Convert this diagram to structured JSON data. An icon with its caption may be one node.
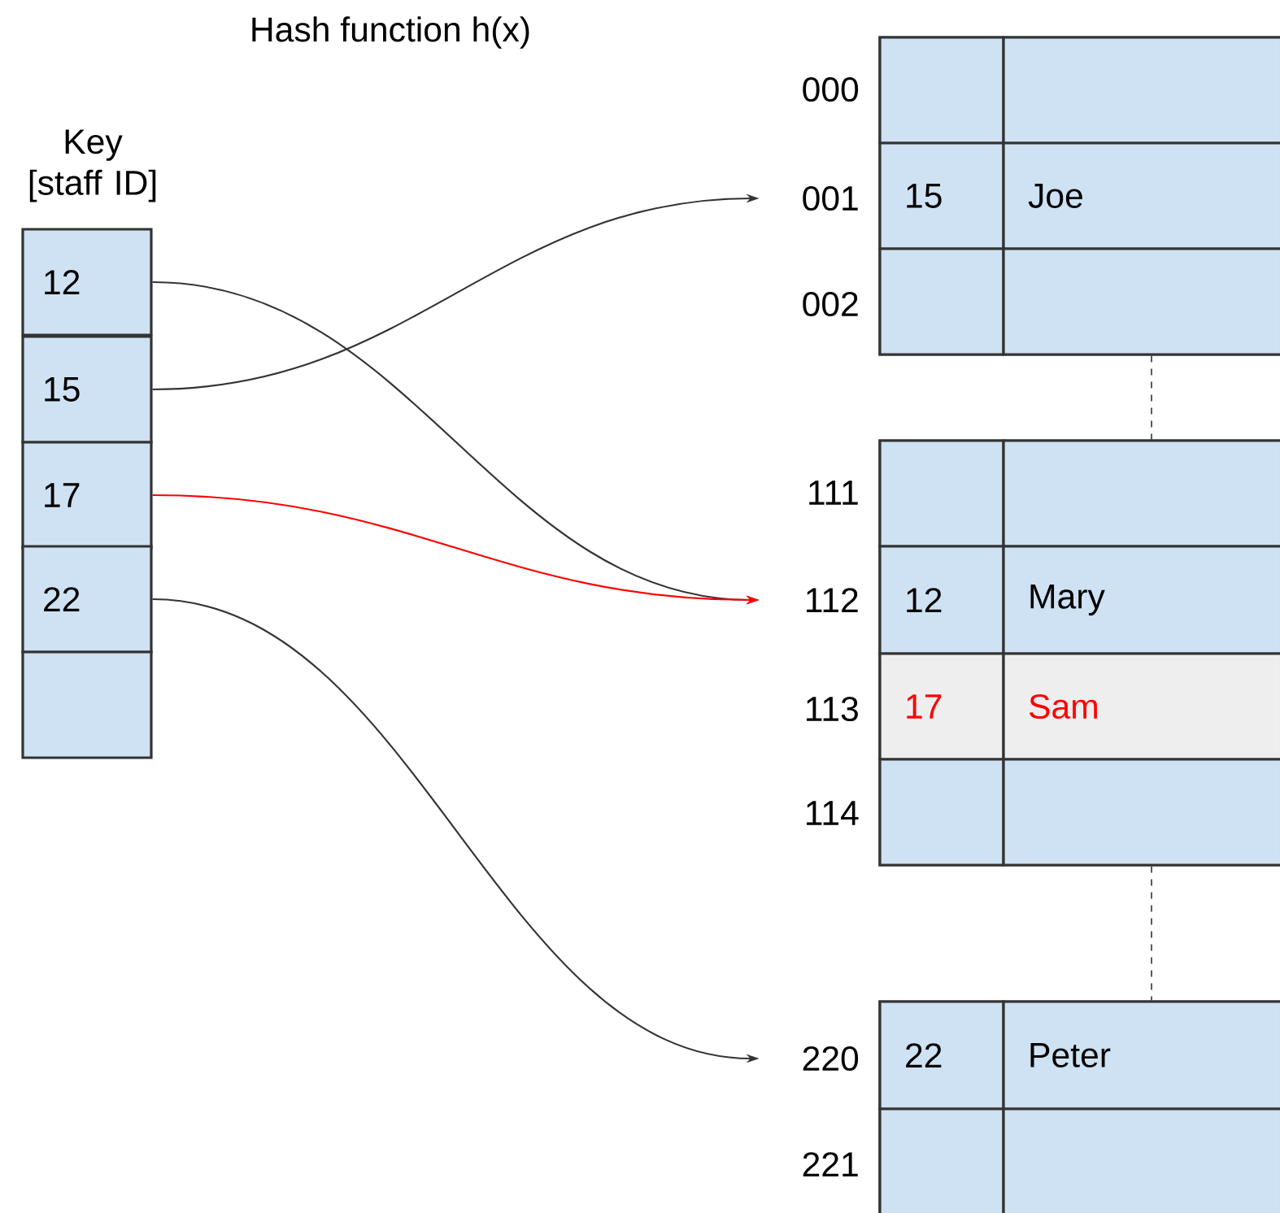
{
  "diagram": {
    "title": "Hash function h(x)",
    "nodes": [
      {
        "text": [
          "12"
        ]
      },
      {
        "text": [
          "15"
        ]
      },
      {
        "text": [
          "17"
        ]
      },
      {
        "text": [
          "22"
        ]
      },
      {
        "text": [],
        "shape": "box"
      },
      {
        "text": [
          "000"
        ]
      },
      {
        "text": [
          "001"
        ]
      },
      {
        "text": [
          "002"
        ]
      },
      {
        "text": [
          "111"
        ]
      },
      {
        "text": [
          "112"
        ]
      },
      {
        "text": [
          "113"
        ]
      },
      {
        "text": [
          "114"
        ]
      },
      {
        "text": [
          "220"
        ]
      },
      {
        "text": [
          "221"
        ]
      },
      {
        "text": [],
        "shape": "box"
      },
      {
        "text": [],
        "shape": "box"
      },
      {
        "text": [],
        "shape": "box"
      }
    ],
    "edges": [
      {
        "from": 0,
        "to": 9,
        "arrow": "to"
      },
      {
        "from": 1,
        "to": 6,
        "arrow": "to"
      },
      {
        "from": 2,
        "to": 9,
        "arrow": "to",
        "color": "#ff0000"
      },
      {
        "from": 3,
        "to": 12,
        "arrow": "to"
      },
      {
        "from": 14,
        "to": 15,
        "arrow": "none",
        "style": "dashed"
      },
      {
        "from": 15,
        "to": 16,
        "arrow": "none",
        "style": "dashed"
      }
    ],
    "labels": [
      "Key [staff ID]",
      "15",
      "Joe",
      "12",
      "Mary",
      "17",
      "Sam",
      "22",
      "Peter"
    ]
  }
}
